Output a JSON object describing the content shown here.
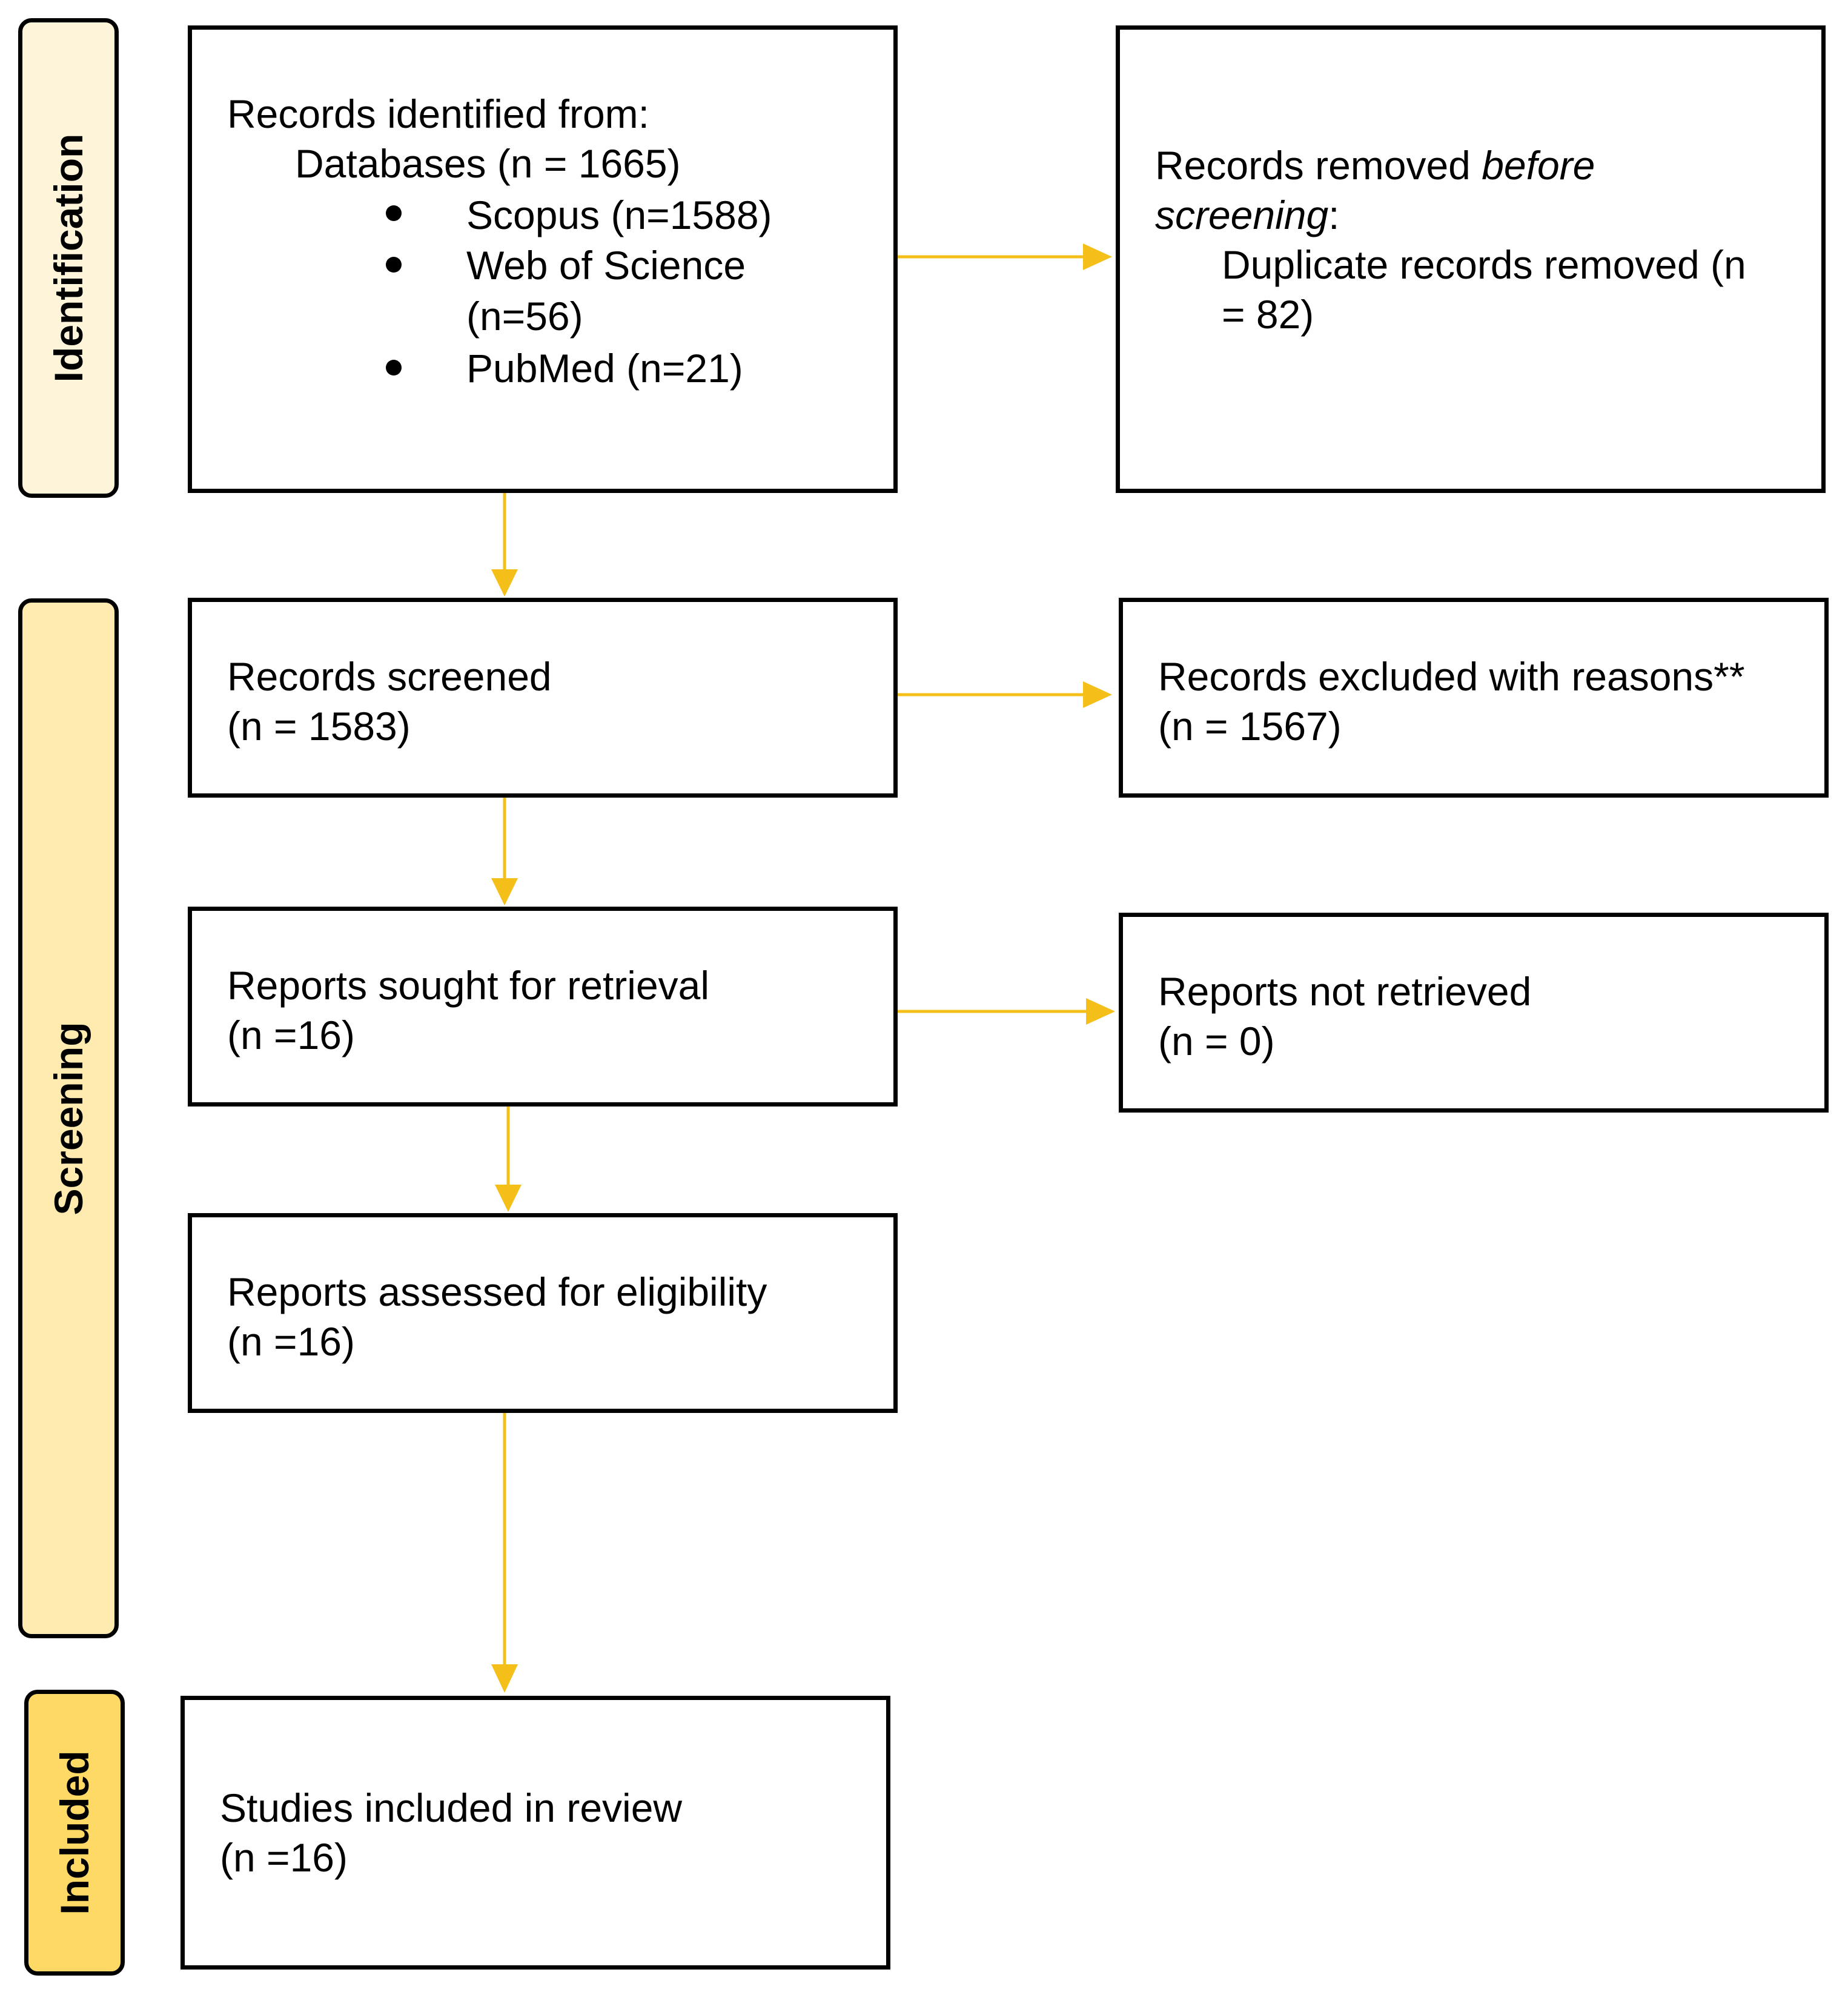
{
  "colors": {
    "arrow": "#F5BF1A",
    "identification_bg": "#FEF4DA",
    "screening_bg": "#FFEBB0",
    "included_bg": "#FFD966",
    "border": "#000000"
  },
  "stages": {
    "identification": "Identification",
    "screening": "Screening",
    "included": "Included"
  },
  "identified": {
    "heading": "Records identified from:",
    "databases": "Databases (n = 1665)",
    "sources": [
      {
        "label": "Scopus (n=1588)"
      },
      {
        "label": "Web of Science",
        "label2": "(n=56)"
      },
      {
        "label": "PubMed (n=21)"
      }
    ]
  },
  "removed": {
    "prefix": "Records removed ",
    "emph1": "before",
    "emph2": "screening",
    "suffix": ":",
    "detail_line1": "Duplicate records removed (n",
    "detail_line2": "= 82)"
  },
  "screened": {
    "label": "Records screened",
    "count": "(n = 1583)"
  },
  "excluded": {
    "label": "Records excluded with reasons**",
    "count": "(n = 1567)"
  },
  "sought": {
    "label": "Reports sought for retrieval",
    "count": "(n =16)"
  },
  "not_retrieved": {
    "label": "Reports not retrieved",
    "count": "(n = 0)"
  },
  "assessed": {
    "label": "Reports assessed for eligibility",
    "count": "(n =16)"
  },
  "included_studies": {
    "label": "Studies included in review",
    "count": "(n =16)"
  }
}
